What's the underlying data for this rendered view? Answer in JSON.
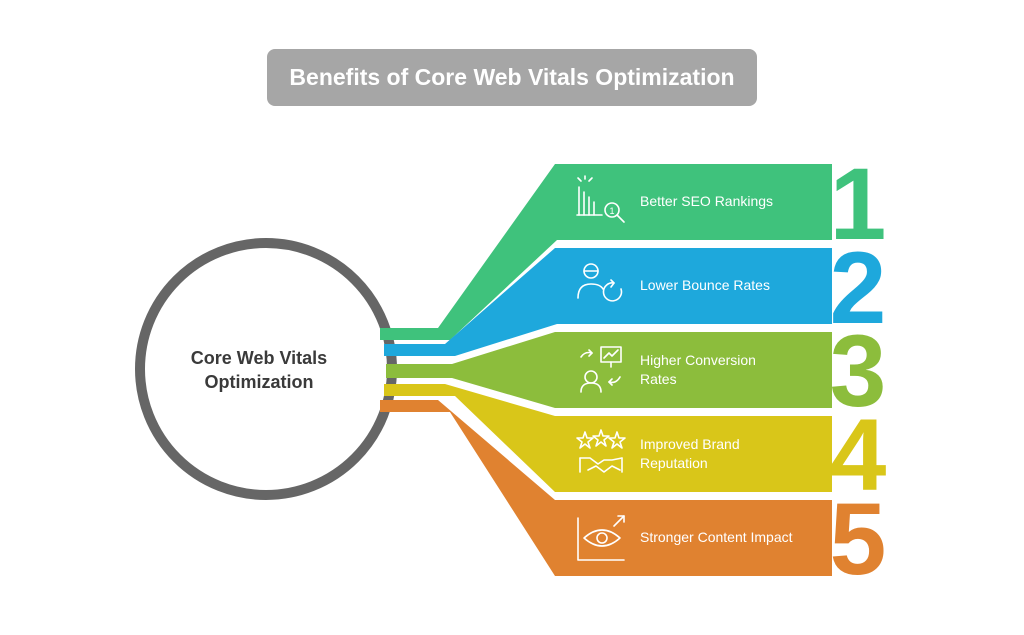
{
  "title": "Benefits of Core Web Vitals Optimization",
  "center": {
    "line1": "Core Web Vitals",
    "line2": "Optimization"
  },
  "items": [
    {
      "number": "1",
      "line1": "Better SEO Rankings",
      "line2": "",
      "color": "#3fc27c",
      "icon": "seo-rankings-icon"
    },
    {
      "number": "2",
      "line1": "Lower Bounce Rates",
      "line2": "",
      "color": "#1ea8dc",
      "icon": "bounce-user-icon"
    },
    {
      "number": "3",
      "line1": "Higher Conversion",
      "line2": "Rates",
      "color": "#8cbd3c",
      "icon": "conversion-icon"
    },
    {
      "number": "4",
      "line1": "Improved Brand",
      "line2": "Reputation",
      "color": "#d9c619",
      "icon": "stars-handshake-icon"
    },
    {
      "number": "5",
      "line1": "Stronger Content Impact",
      "line2": "",
      "color": "#e08230",
      "icon": "eye-growth-icon"
    }
  ],
  "colors": {
    "title_bg": "#a6a6a6",
    "circle": "#666666",
    "center_text": "#3a3a3a"
  }
}
